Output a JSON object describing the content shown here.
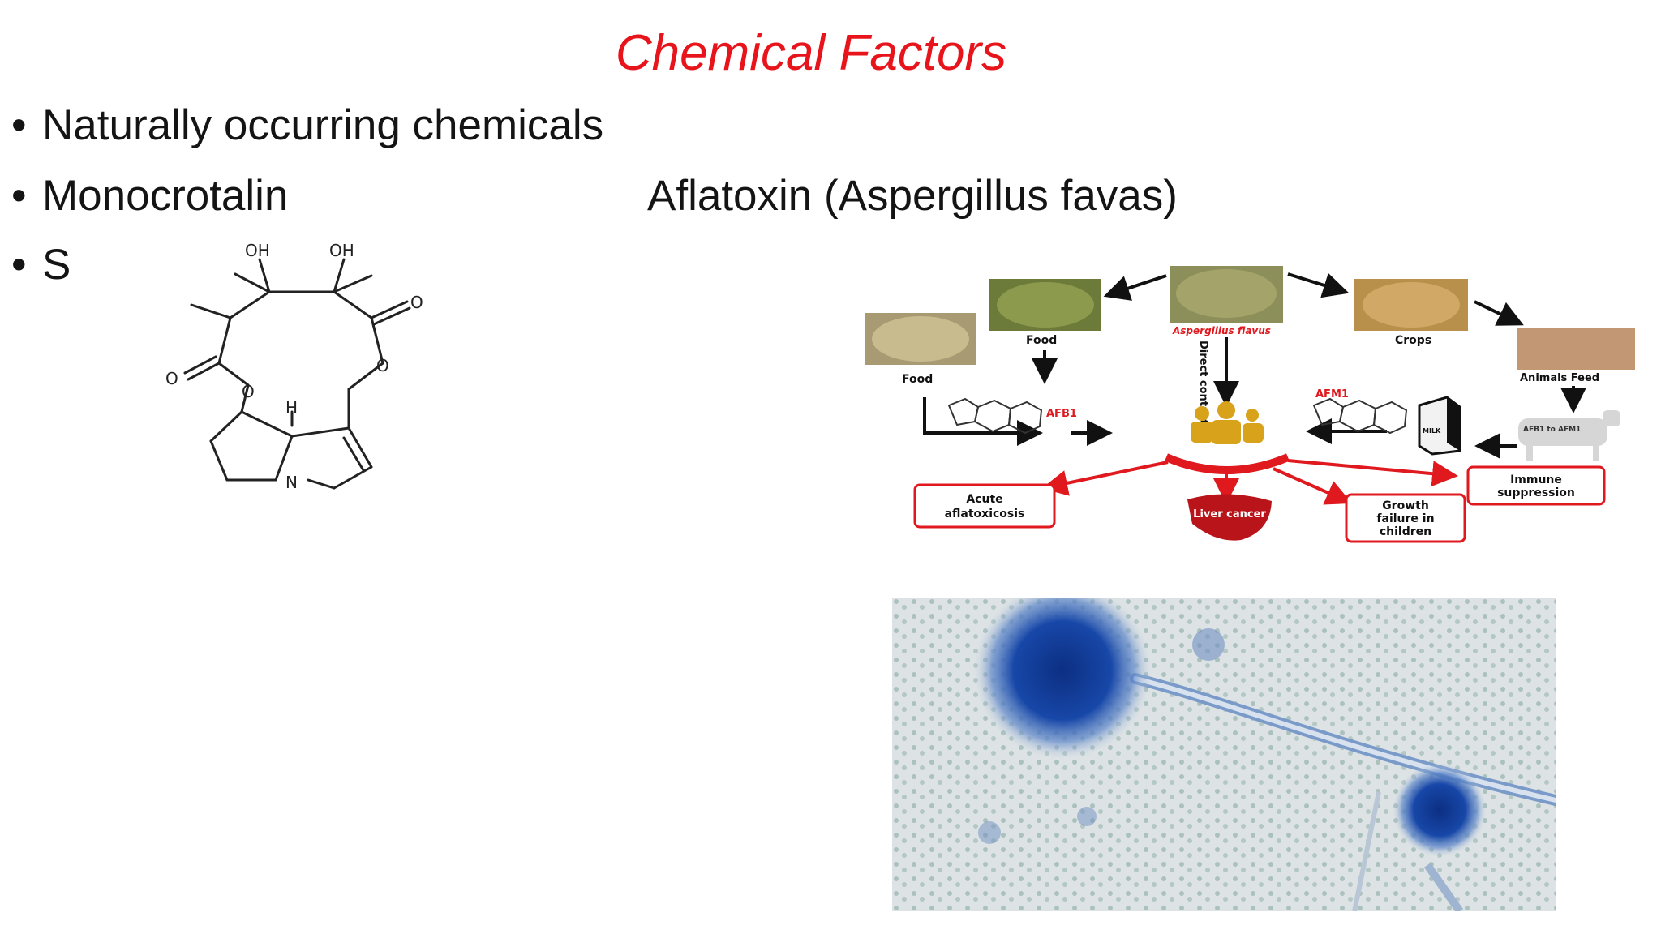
{
  "slide": {
    "title": "Chemical Factors",
    "bullets": [
      {
        "dot": "•",
        "text": "Naturally occurring chemicals"
      },
      {
        "dot": "•",
        "text": "Monocrotalin"
      },
      {
        "dot": "•",
        "text": "S"
      }
    ],
    "right_heading": "Aflatoxin (Aspergillus favas)"
  },
  "molecule": {
    "labels": {
      "oh1": "OH",
      "oh2": "OH",
      "o1": "O",
      "o2": "O",
      "o3": "O",
      "o4": "O",
      "h": "H",
      "n": "N"
    }
  },
  "infographic": {
    "source_label": "Aspergillus flavus",
    "direct_contact": "Direct contact",
    "food_left": "Food",
    "food_mid": "Food",
    "crops": "Crops",
    "animals_feed": "Animals Feed",
    "afb1": "AFB1",
    "afm1": "AFM1",
    "afb1_to_afm1": "AFB1 to AFM1",
    "milk": "MILK",
    "outcomes": {
      "acute_l1": "Acute",
      "acute_l2": "aflatoxicosis",
      "liver": "Liver cancer",
      "growth_l1": "Growth",
      "growth_l2": "failure in",
      "growth_l3": "children",
      "immune_l1": "Immune",
      "immune_l2": "suppression"
    },
    "colors": {
      "red": "#e0191f",
      "people": "#d9a21b"
    }
  }
}
